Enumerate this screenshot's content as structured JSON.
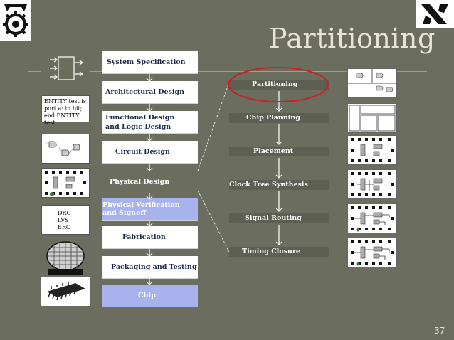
{
  "slide": {
    "title": "Partitioning",
    "page_number": "37"
  },
  "flow_left": [
    {
      "label": "System Specification",
      "state": "normal"
    },
    {
      "label": "Architectural Design",
      "state": "normal"
    },
    {
      "label": "Functional Design\nand Logic Design",
      "state": "normal"
    },
    {
      "label": "Circuit Design",
      "state": "normal"
    },
    {
      "label": "Physical Design",
      "state": "active"
    },
    {
      "label": "Physical Verification\nand Signoff",
      "state": "blue"
    },
    {
      "label": "Fabrication",
      "state": "normal"
    },
    {
      "label": "Packaging and Testing",
      "state": "normal"
    },
    {
      "label": "Chip",
      "state": "blue"
    }
  ],
  "flow_right": [
    {
      "label": "Partitioning",
      "highlighted": true
    },
    {
      "label": "Chip Planning"
    },
    {
      "label": "Placement"
    },
    {
      "label": "Clock Tree Synthesis"
    },
    {
      "label": "Signal Routing"
    },
    {
      "label": "Timing Closure"
    }
  ],
  "left_images": {
    "entity_code": [
      "ENTITY test is",
      "port a: in bit;",
      "end ENTITY test;"
    ],
    "verification": [
      "DRC",
      "LVS",
      "ERC"
    ]
  },
  "colors": {
    "background": "#6b6e5e",
    "title": "#e8e4d4",
    "highlight_ellipse": "#cc1f1f",
    "box_text": "#1a2a4a",
    "blue_box": "#a8b2ec"
  },
  "icons": [
    "technion-logo-icon",
    "aleph-logo-icon"
  ]
}
